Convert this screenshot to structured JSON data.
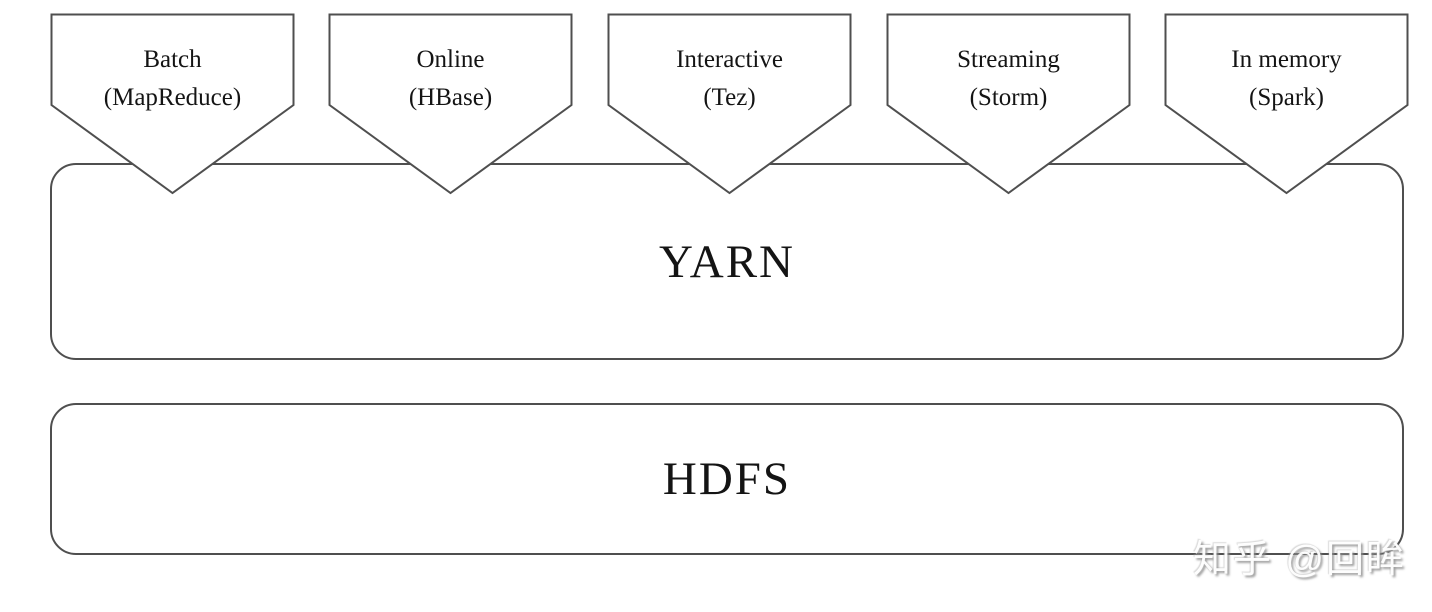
{
  "diagram": {
    "title_implicit": "Hadoop YARN architecture",
    "consumers": [
      {
        "label": "Batch",
        "sublabel": "(MapReduce)"
      },
      {
        "label": "Online",
        "sublabel": "(HBase)"
      },
      {
        "label": "Interactive",
        "sublabel": "(Tez)"
      },
      {
        "label": "Streaming",
        "sublabel": "(Storm)"
      },
      {
        "label": "In memory",
        "sublabel": "(Spark)"
      }
    ],
    "layers": {
      "resource_layer": {
        "label": "YARN"
      },
      "storage_layer": {
        "label": "HDFS"
      }
    },
    "watermark": {
      "text": "知乎 @回眸"
    },
    "colors": {
      "line": "#4f4f4f",
      "text": "#141414",
      "background": "#ffffff",
      "watermark": "#c9c9c9"
    }
  }
}
